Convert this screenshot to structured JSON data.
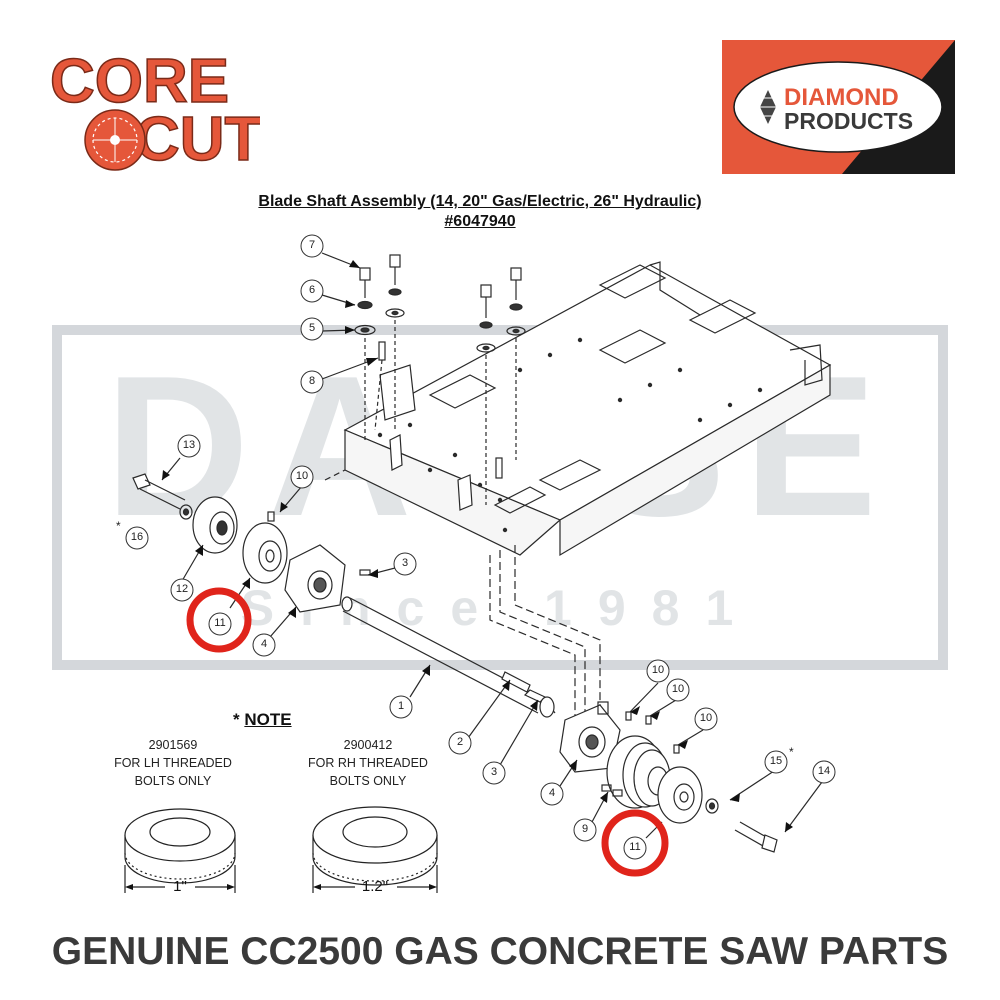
{
  "logos": {
    "core_cut": {
      "line1": "CORE",
      "line2": "CUT",
      "color": "#e5573a"
    },
    "diamond_products": {
      "line1": "DIAMOND",
      "line2": "PRODUCTS",
      "bg_color": "#e5573a",
      "corner_color": "#1a1a1a"
    }
  },
  "title": {
    "line1": "Blade Shaft Assembly (14, 20\" Gas/Electric, 26\" Hydraulic)",
    "line2": "#6047940"
  },
  "watermark": {
    "word": "DANSE",
    "tagline": "Since 1981",
    "color": "#c9cdd2"
  },
  "callouts": {
    "c1": "1",
    "c2": "2",
    "c3a": "3",
    "c3b": "3",
    "c4a": "4",
    "c4b": "4",
    "c5": "5",
    "c6": "6",
    "c7": "7",
    "c8": "8",
    "c9": "9",
    "c10a": "10",
    "c10b": "10",
    "c10c": "10",
    "c10d": "10",
    "c11a": "11",
    "c11b": "11",
    "c12": "12",
    "c13": "13",
    "c14": "14",
    "c15": "15",
    "c16": "16"
  },
  "asterisks": {
    "a1": "*",
    "a2": "*"
  },
  "highlight_color": "#e0241b",
  "note": {
    "star": "*",
    "heading": "NOTE",
    "left": {
      "part": "2901569",
      "line2": "FOR LH THREADED",
      "line3": "BOLTS ONLY",
      "dimension": "1\""
    },
    "right": {
      "part": "2900412",
      "line2": "FOR RH THREADED",
      "line3": "BOLTS ONLY",
      "dimension": "1.2\""
    }
  },
  "footer": "GENUINE CC2500 GAS CONCRETE SAW PARTS"
}
